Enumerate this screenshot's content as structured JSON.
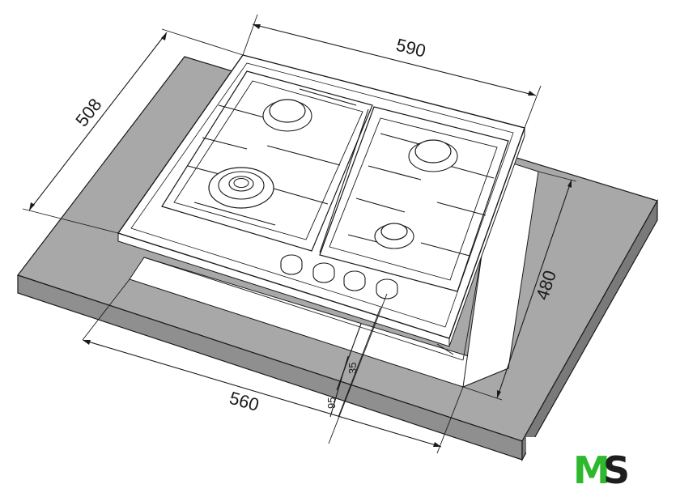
{
  "dimensions": {
    "hob_width": "590",
    "hob_depth": "508",
    "cutout_depth": "480",
    "cutout_width": "560",
    "front_offset": "95",
    "knob_offset": "35"
  },
  "logo": {
    "letter_1": "M",
    "letter_2": "S",
    "color_1": "#2eb82e",
    "color_2": "#1e1e1e"
  },
  "colors": {
    "worktop_top": "#a8a8a8",
    "worktop_edge": "#8c8c8c",
    "hob_surface": "#ffffff",
    "line": "#1a1a1a"
  }
}
